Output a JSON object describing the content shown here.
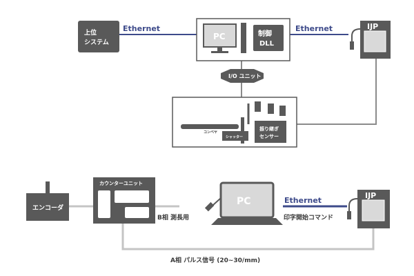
{
  "top": {
    "host_system_line1": "上位",
    "host_system_line2": "システム",
    "ethernet_left": "Ethernet",
    "ethernet_right": "Ethernet",
    "pc_label": "PC",
    "dll_line1": "制御",
    "dll_line2": "DLL",
    "ijp_label": "IJP",
    "io_unit": "I/O ユニット",
    "conveyor": "コンベヤ",
    "shutter": "シャッター",
    "sensor_line1": "振り継ぎ",
    "sensor_line2": "センサー"
  },
  "bottom": {
    "encoder": "エンコーダ",
    "counter_unit": "カウンターユニット",
    "pc_label": "PC",
    "ethernet": "Ethernet",
    "ijp_label": "IJP",
    "b_phase": "B相  測長用",
    "print_start": "印字開始コマンド",
    "a_phase": "A相  パルス信号 (20~30/mm)"
  },
  "colors": {
    "dark_gray": "#595959",
    "line_gray": "#c4c4c4",
    "ethernet_blue": "#3d4a8a",
    "light_panel": "#d9d9d9"
  }
}
